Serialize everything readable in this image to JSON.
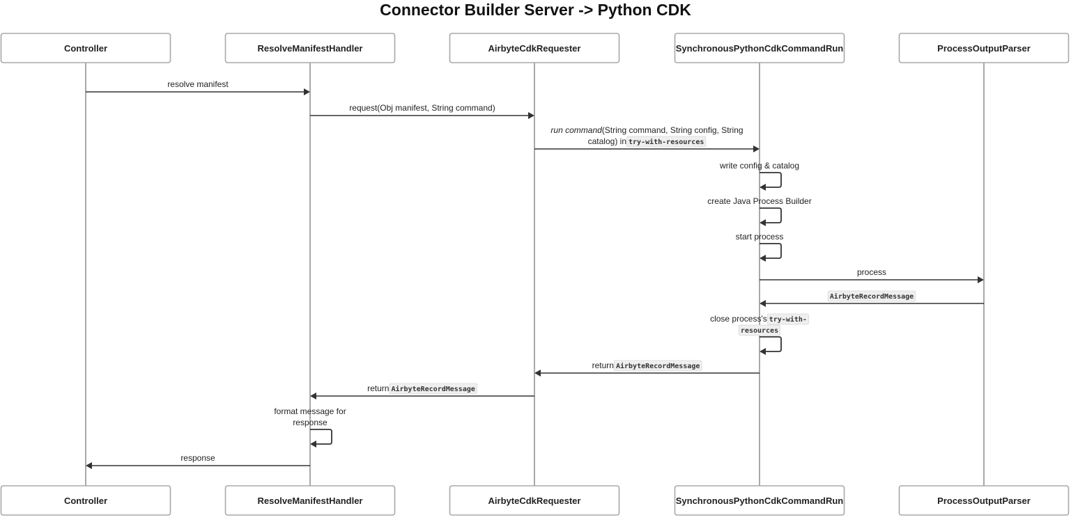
{
  "title": "Connector Builder Server -> Python CDK",
  "participants": [
    {
      "id": "controller",
      "label": "Controller"
    },
    {
      "id": "resolve",
      "label": "ResolveManifestHandler"
    },
    {
      "id": "requester",
      "label": "AirbyteCdkRequester"
    },
    {
      "id": "runner",
      "label": "SynchronousPythonCdkCommandRun"
    },
    {
      "id": "parser",
      "label": "ProcessOutputParser"
    }
  ],
  "messages": [
    {
      "from": 0,
      "to": 1,
      "parts": [
        {
          "text": "resolve manifest"
        }
      ]
    },
    {
      "from": 1,
      "to": 2,
      "parts": [
        {
          "text": "request(Obj manifest, String command)"
        }
      ]
    },
    {
      "from": 2,
      "to": 3,
      "lines": [
        [
          {
            "text": "run command",
            "italic": true
          },
          {
            "text": " (String command, String config, String"
          }
        ],
        [
          {
            "text": "catalog) in "
          },
          {
            "text": "try-with-resources",
            "code": true
          }
        ]
      ]
    },
    {
      "from": 3,
      "to": 3,
      "parts": [
        {
          "text": "write config & catalog"
        }
      ]
    },
    {
      "from": 3,
      "to": 3,
      "parts": [
        {
          "text": "create Java Process Builder"
        }
      ]
    },
    {
      "from": 3,
      "to": 3,
      "parts": [
        {
          "text": "start process"
        }
      ]
    },
    {
      "from": 3,
      "to": 4,
      "parts": [
        {
          "text": "process"
        }
      ]
    },
    {
      "from": 4,
      "to": 3,
      "parts": [
        {
          "text": "AirbyteRecordMessage",
          "code": true
        }
      ]
    },
    {
      "from": 3,
      "to": 3,
      "lines": [
        [
          {
            "text": "close process's "
          },
          {
            "text": "try-with-",
            "code": true
          }
        ],
        [
          {
            "text": "resources",
            "code": true
          }
        ]
      ]
    },
    {
      "from": 3,
      "to": 2,
      "parts": [
        {
          "text": "return "
        },
        {
          "text": "AirbyteRecordMessage",
          "code": true
        }
      ]
    },
    {
      "from": 2,
      "to": 1,
      "parts": [
        {
          "text": "return "
        },
        {
          "text": "AirbyteRecordMessage",
          "code": true
        }
      ]
    },
    {
      "from": 1,
      "to": 1,
      "lines": [
        [
          {
            "text": "format message for"
          }
        ],
        [
          {
            "text": "response"
          }
        ]
      ]
    },
    {
      "from": 1,
      "to": 0,
      "parts": [
        {
          "text": "response"
        }
      ]
    }
  ]
}
